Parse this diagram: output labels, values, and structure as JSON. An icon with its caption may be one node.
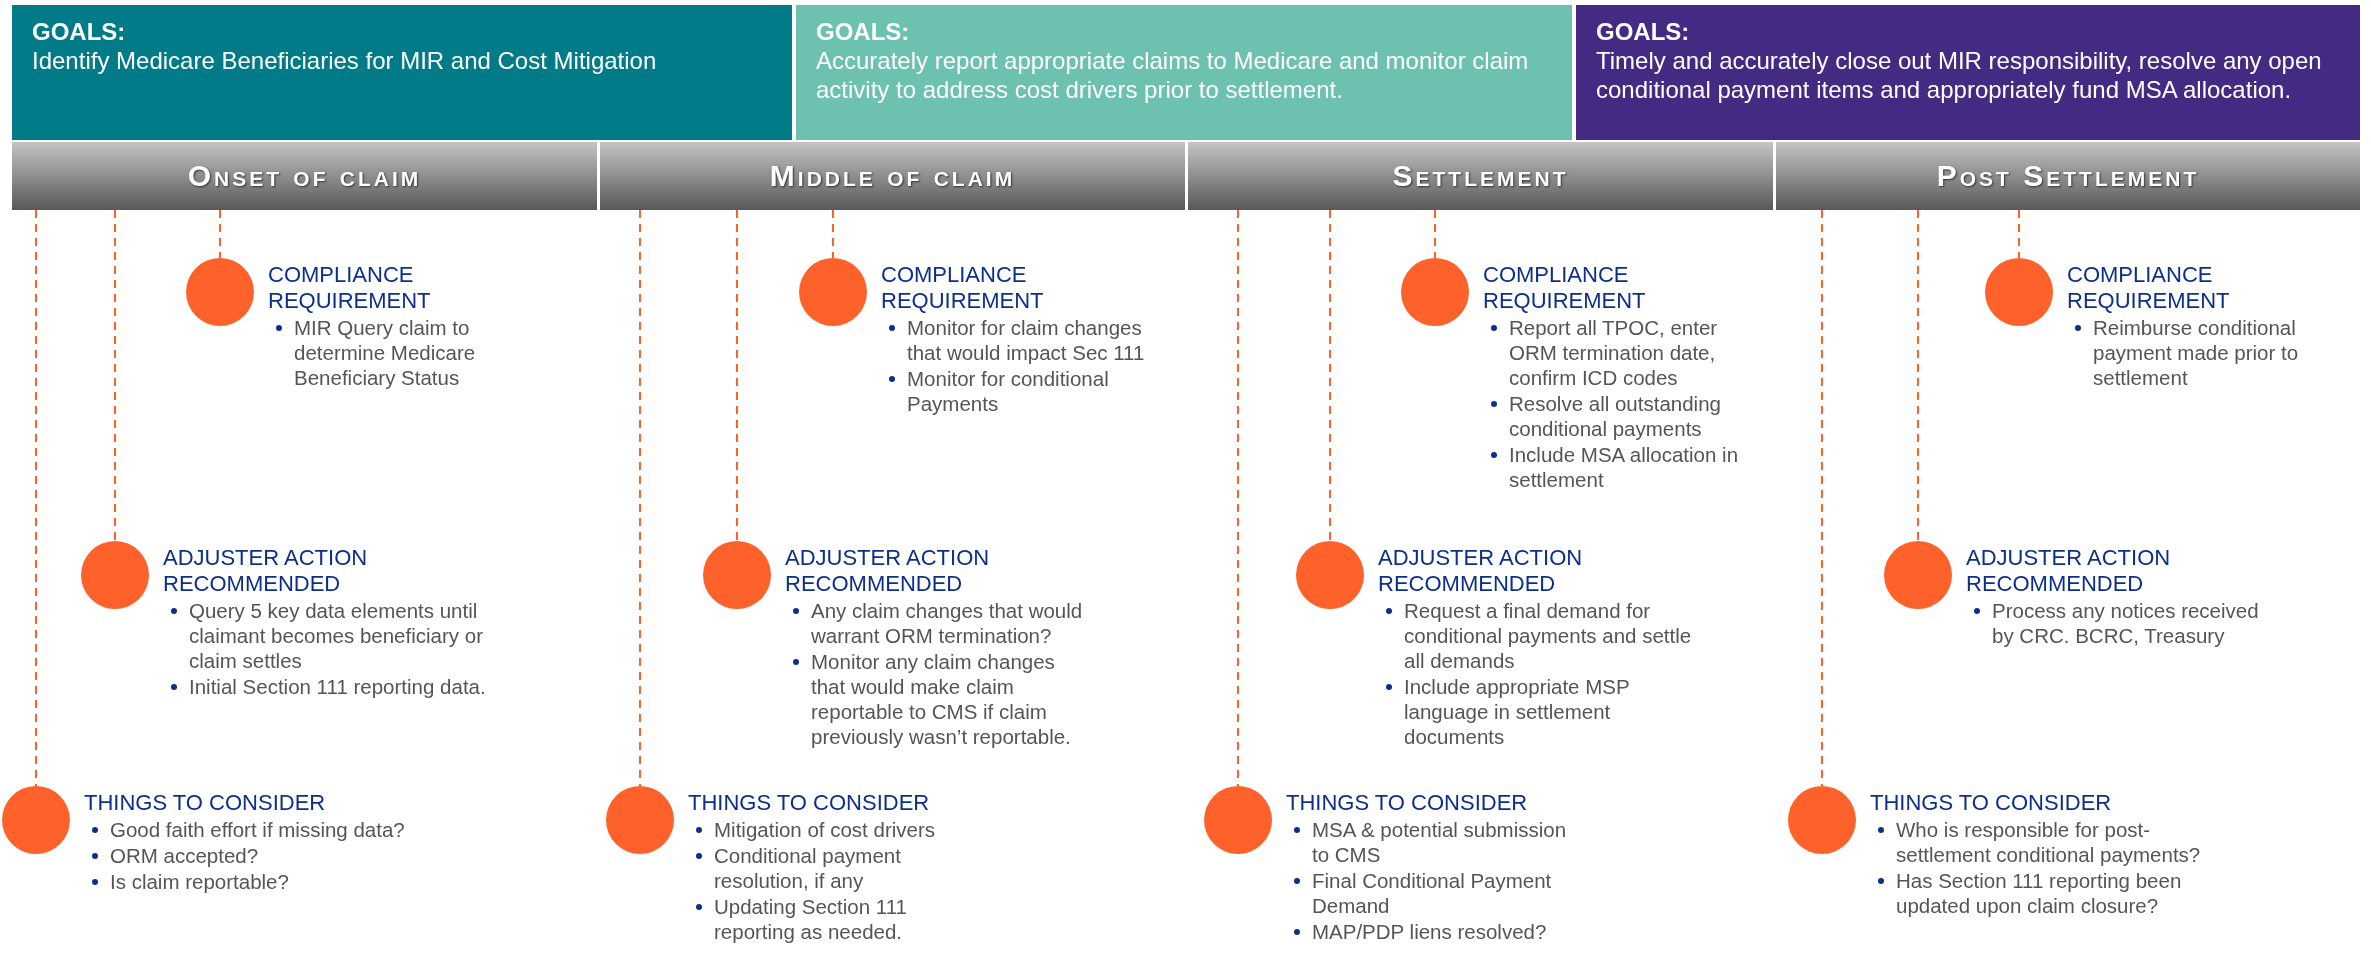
{
  "diagram": {
    "nodes": [
      {
        "text": [
          "GOALS:",
          "Identify Medicare Beneficiaries for MIR and Cost Mitigation"
        ]
      },
      {
        "text": [
          "GOALS:",
          "Accurately report appropriate claims to Medicare and monitor claim activity to address cost drivers prior to settlement."
        ]
      },
      {
        "text": [
          "GOALS:",
          "Timely and accurately close out MIR responsibility, resolve any open conditional payment items and appropriately fund MSA allocation."
        ]
      },
      {
        "text": [
          "Onset of claim"
        ]
      },
      {
        "text": [
          "Middle of claim"
        ]
      },
      {
        "text": [
          "Settlement"
        ]
      },
      {
        "text": [
          "Post Settlement"
        ]
      },
      {
        "text": [
          "COMPLIANCE REQUIREMENT",
          "MIR Query claim to determine Medicare Beneficiary Status"
        ]
      },
      {
        "text": [
          "ADJUSTER ACTION RECOMMENDED",
          "Query 5 key data elements until claimant becomes beneficiary or claim settles",
          "Initial Section 111 reporting data."
        ]
      },
      {
        "text": [
          "THINGS TO CONSIDER",
          "Good faith effort if missing data?",
          "ORM accepted?",
          "Is claim reportable?"
        ]
      },
      {
        "text": [
          "COMPLIANCE REQUIREMENT",
          "Monitor for claim changes that would impact Sec 111",
          "Monitor for conditional Payments"
        ]
      },
      {
        "text": [
          "ADJUSTER ACTION RECOMMENDED",
          "Any claim changes that would warrant ORM termination?",
          "Monitor any claim changes that would make claim reportable to CMS if claim previously wasn’t reportable."
        ]
      },
      {
        "text": [
          "THINGS TO CONSIDER",
          "Mitigation of cost drivers",
          "Conditional payment resolution, if any",
          "Updating Section 111 reporting as needed."
        ]
      },
      {
        "text": [
          "COMPLIANCE REQUIREMENT",
          "Report all TPOC, enter ORM termination date, confirm ICD codes",
          "Resolve all outstanding conditional payments",
          "Include MSA allocation in settlement"
        ]
      },
      {
        "text": [
          "ADJUSTER ACTION RECOMMENDED",
          "Request a final demand for conditional payments and settle all demands",
          "Include appropriate MSP language in settlement documents"
        ]
      },
      {
        "text": [
          "THINGS TO CONSIDER",
          "MSA & potential submission to CMS",
          "Final Conditional Payment Demand",
          "MAP/PDP liens resolved?"
        ]
      },
      {
        "text": [
          "COMPLIANCE REQUIREMENT",
          "Reimburse conditional payment made prior to settlement"
        ]
      },
      {
        "text": [
          "ADJUSTER ACTION RECOMMENDED",
          "Process any notices received by CRC. BCRC, Treasury"
        ]
      },
      {
        "text": [
          "THINGS TO CONSIDER",
          "Who is responsible for post-settlement conditional payments?",
          "Has Section 111 reporting been updated upon claim closure?"
        ]
      }
    ],
    "edges": [
      {
        "from": 3,
        "to": 7,
        "arrow": "none",
        "style": "dashed"
      },
      {
        "from": 3,
        "to": 8,
        "arrow": "none",
        "style": "dashed"
      },
      {
        "from": 3,
        "to": 9,
        "arrow": "none",
        "style": "dashed"
      },
      {
        "from": 4,
        "to": 10,
        "arrow": "none",
        "style": "dashed"
      },
      {
        "from": 4,
        "to": 11,
        "arrow": "none",
        "style": "dashed"
      },
      {
        "from": 4,
        "to": 12,
        "arrow": "none",
        "style": "dashed"
      },
      {
        "from": 5,
        "to": 13,
        "arrow": "none",
        "style": "dashed"
      },
      {
        "from": 5,
        "to": 14,
        "arrow": "none",
        "style": "dashed"
      },
      {
        "from": 5,
        "to": 15,
        "arrow": "none",
        "style": "dashed"
      },
      {
        "from": 6,
        "to": 16,
        "arrow": "none",
        "style": "dashed"
      },
      {
        "from": 6,
        "to": 17,
        "arrow": "none",
        "style": "dashed"
      },
      {
        "from": 6,
        "to": 18,
        "arrow": "none",
        "style": "dashed"
      }
    ]
  }
}
